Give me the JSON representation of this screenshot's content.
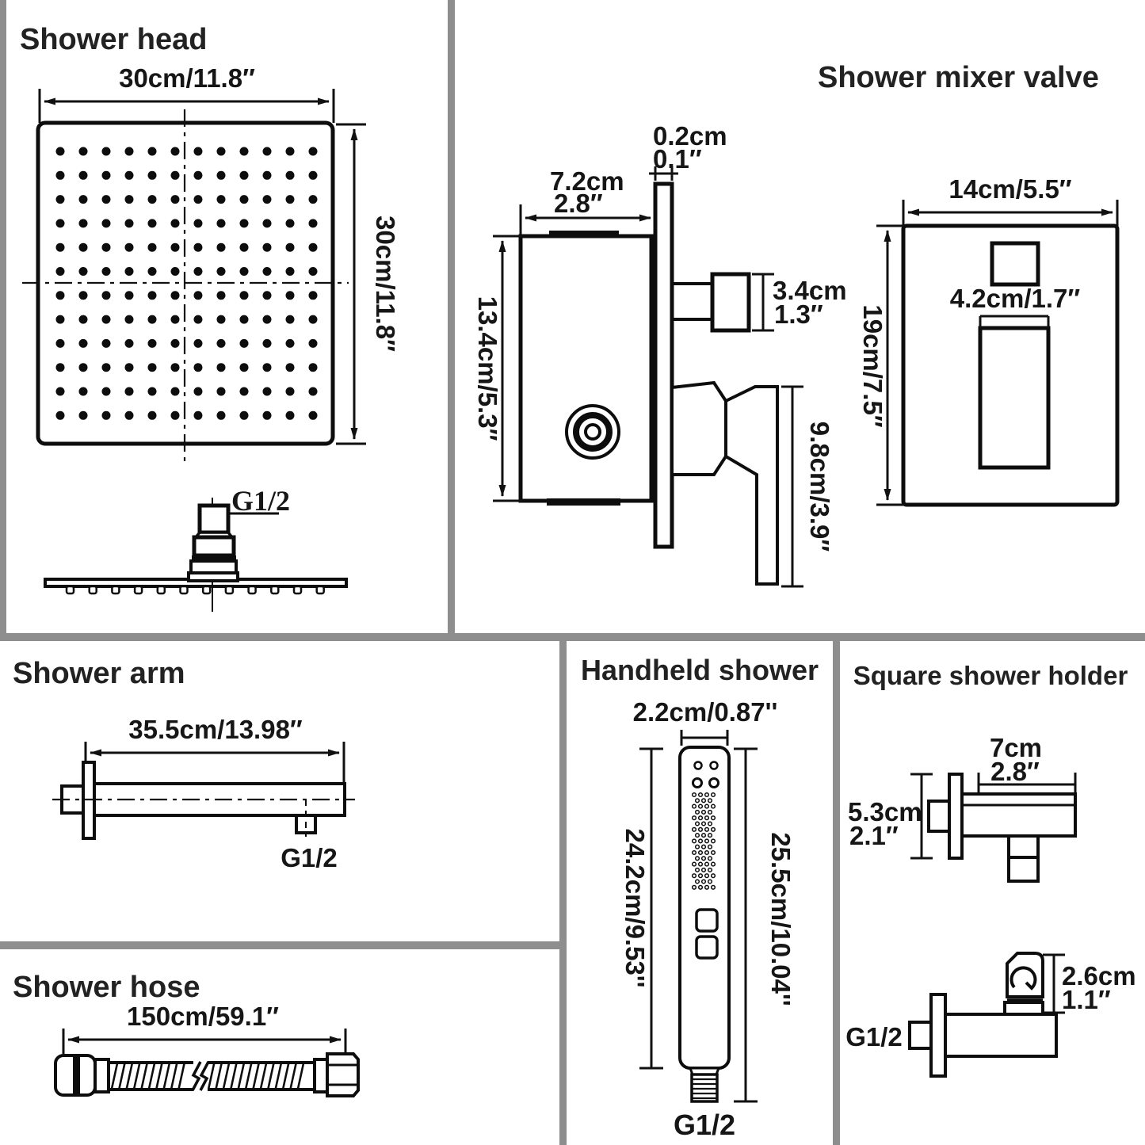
{
  "panels": {
    "shower_head": {
      "title": "Shower head",
      "width_label": "30cm/11.8″",
      "height_label": "30cm/11.8″",
      "thread_label": "G1/2"
    },
    "mixer_valve": {
      "title": "Shower mixer valve",
      "plate_thickness_cm": "0.2cm",
      "plate_thickness_in": "0.1″",
      "body_depth_cm": "7.2cm",
      "body_depth_in": "2.8″",
      "body_height_label": "13.4cm/5.3″",
      "outlet_cm": "3.4cm",
      "outlet_in": "1.3″",
      "handle_height_label": "9.8cm/3.9″",
      "plate_width_label": "14cm/5.5″",
      "plate_height_label": "19cm/7.5″",
      "handle_width_label": "4.2cm/1.7″"
    },
    "shower_arm": {
      "title": "Shower arm",
      "length_label": "35.5cm/13.98″",
      "thread_label": "G1/2"
    },
    "shower_hose": {
      "title": "Shower hose",
      "length_label": "150cm/59.1″"
    },
    "handheld": {
      "title": "Handheld shower",
      "width_label": "2.2cm/0.87''",
      "body_length_label": "24.2cm/9.53''",
      "total_length_label": "25.5cm/10.04''",
      "thread_label": "G1/2"
    },
    "holder": {
      "title": "Square shower holder",
      "width_cm": "7cm",
      "width_in": "2.8″",
      "height_cm": "5.3cm",
      "height_in": "2.1″",
      "clip_cm": "2.6cm",
      "clip_in": "1.1″",
      "thread_label": "G1/2"
    }
  },
  "colors": {
    "line": "#0d0d0d",
    "text": "#161616",
    "panel_border": "#8e8e8e",
    "background": "#ffffff"
  }
}
